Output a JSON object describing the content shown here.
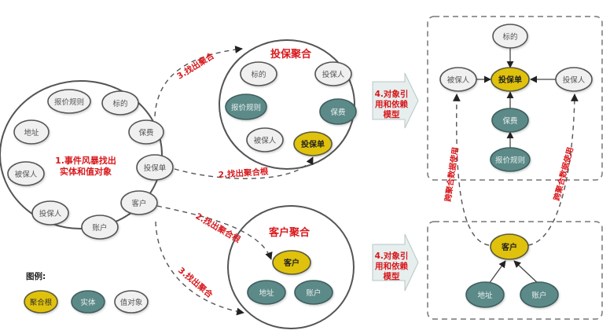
{
  "colors": {
    "aggregate_root": "#e0c20e",
    "entity": "#5b8a88",
    "value_object": "#f0f0f0",
    "annotation_red": "#d8181c"
  },
  "event_storming": {
    "label_line1": "1.事件风暴找出",
    "label_line2": "实体和值对象",
    "nodes": [
      "报价规则",
      "标的",
      "地址",
      "保费",
      "被保人",
      "投保单",
      "客户",
      "投保人",
      "账户"
    ]
  },
  "policy_aggregate": {
    "title": "投保聚合",
    "nodes": {
      "subject": "标的",
      "policyholder": "投保人",
      "pricing_rule": "报价规则",
      "premium": "保费",
      "insured": "被保人",
      "policy": "投保单"
    }
  },
  "customer_aggregate": {
    "title": "客户聚合",
    "nodes": {
      "customer": "客户",
      "address": "地址",
      "account": "账户"
    }
  },
  "edges": {
    "find_aggregate_top": "3.找出聚合",
    "find_root_top": "2.找出聚合根",
    "find_root_bottom": "2.找出聚合根",
    "find_aggregate_bottom": "3.找出聚合"
  },
  "step4": {
    "line1": "4.对象引",
    "line2": "用和依赖",
    "line3": "模型"
  },
  "policy_model": {
    "subject": "标的",
    "insured": "被保人",
    "policy": "投保单",
    "policyholder": "投保人",
    "premium": "保费",
    "pricing_rule": "报价规则"
  },
  "customer_model": {
    "customer": "客户",
    "address": "地址",
    "account": "账户"
  },
  "cross_aggregate": {
    "left": "跨聚合数据使用",
    "right": "跨聚合数据使用"
  },
  "legend": {
    "title": "图例:",
    "root": "聚合根",
    "entity": "实体",
    "value_object": "值对象"
  }
}
